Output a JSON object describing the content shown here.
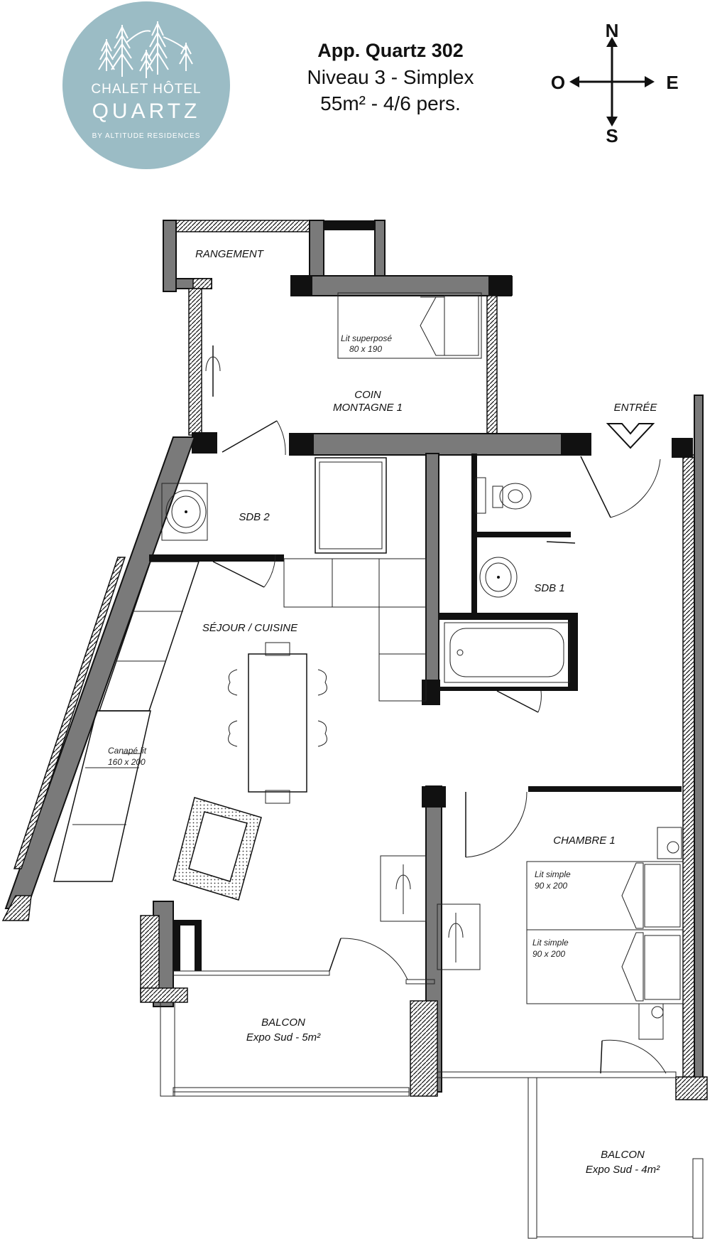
{
  "header": {
    "title": "App.  Quartz 302",
    "line2": "Niveau 3 - Simplex",
    "line3": "55m² - 4/6 pers."
  },
  "logo": {
    "line1": "CHALET HÔTEL",
    "line2": "QUARTZ",
    "line3": "BY ALTITUDE RESIDENCES",
    "color": "#9bbcc5"
  },
  "compass": {
    "north": "N",
    "south": "S",
    "east": "E",
    "west": "O"
  },
  "rooms": {
    "rangement": "RANGEMENT",
    "coin_line1": "COIN",
    "coin_line2": "MONTAGNE 1",
    "entree": "ENTRÉE",
    "sdb2": "SDB 2",
    "sdb1": "SDB 1",
    "sejour": "SÉJOUR / CUISINE",
    "chambre": "CHAMBRE 1",
    "balcon1_line1": "BALCON",
    "balcon1_line2": "Expo Sud - 5m²",
    "balcon2_line1": "BALCON",
    "balcon2_line2": "Expo Sud - 4m²"
  },
  "furniture": {
    "bunk_line1": "Lit superposé",
    "bunk_line2": "80 x 190",
    "sofa_line1": "Canapé lit",
    "sofa_line2": "160 x 200",
    "bed1_line1": "Lit simple",
    "bed1_line2": "90 x 200",
    "bed2_line1": "Lit simple",
    "bed2_line2": "90 x 200"
  }
}
